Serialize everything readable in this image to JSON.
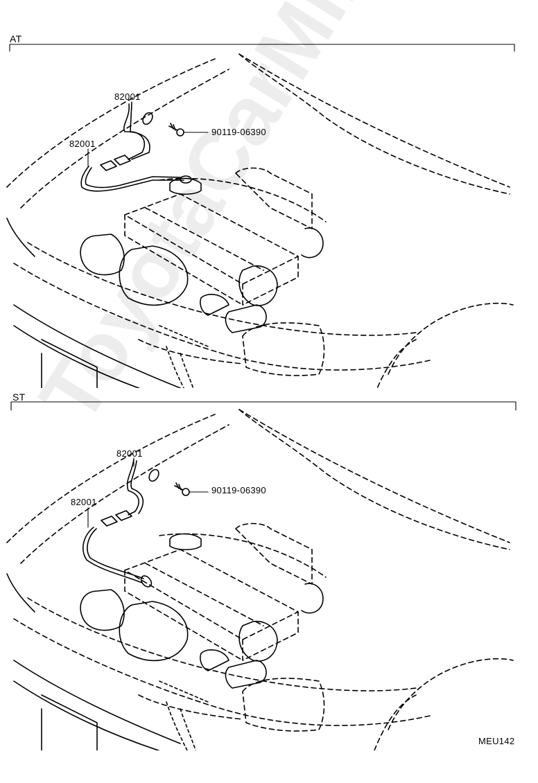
{
  "sections": [
    {
      "id": "at",
      "title": "AT",
      "callouts": [
        {
          "part": "82001"
        },
        {
          "part": "82001"
        },
        {
          "part": "90119-06390"
        }
      ]
    },
    {
      "id": "st",
      "title": "ST",
      "callouts": [
        {
          "part": "82001"
        },
        {
          "part": "82001"
        },
        {
          "part": "90119-06390"
        }
      ]
    }
  ],
  "figure_code": "MEU142",
  "watermark": "ToyotaCarMine.ru"
}
